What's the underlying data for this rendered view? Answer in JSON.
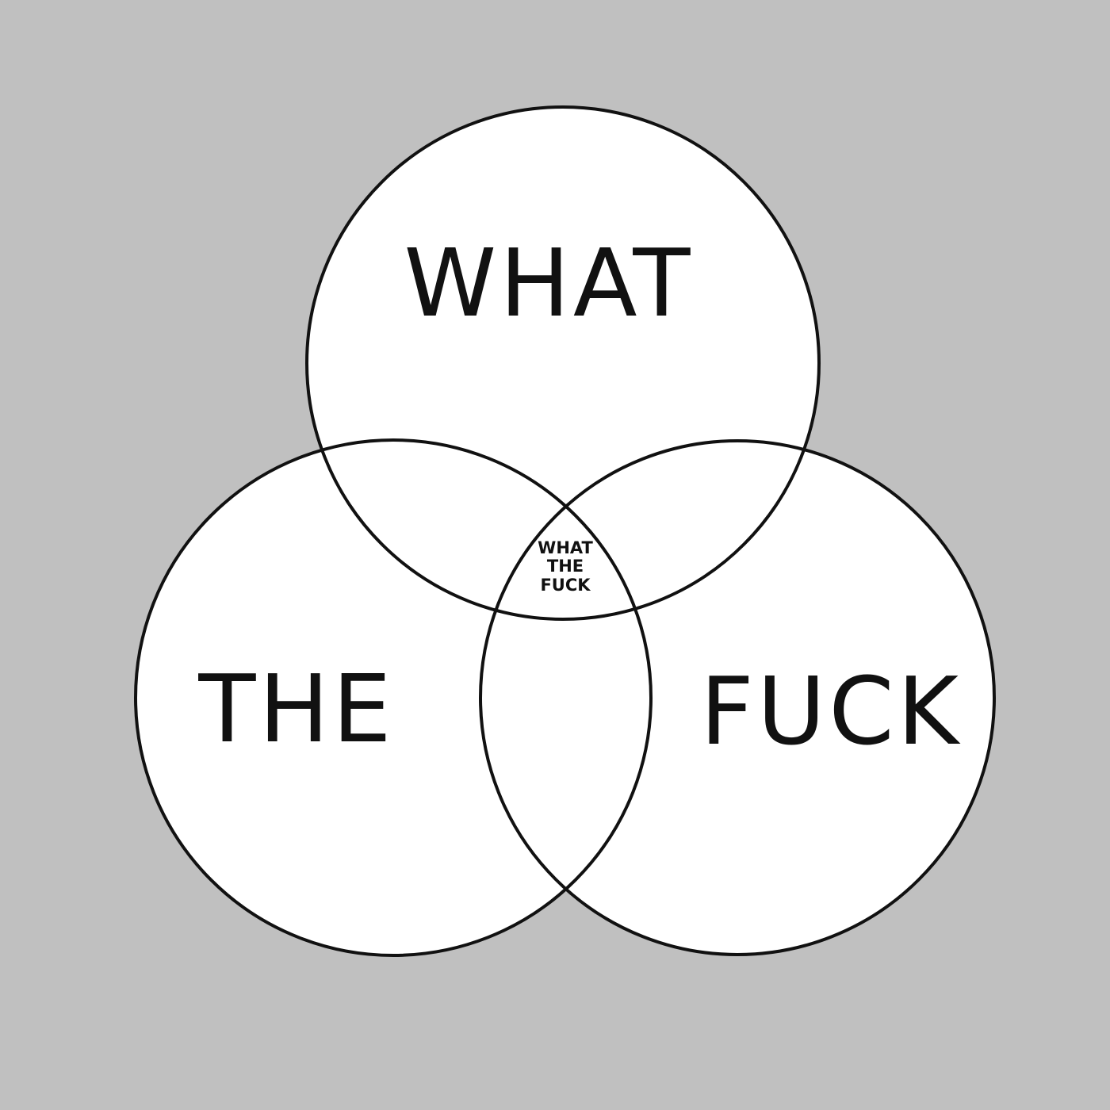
{
  "diagram": {
    "type": "venn",
    "background_color": "#c0c0c0",
    "circle_fill": "#ffffff",
    "stroke_color": "#111111",
    "sets": [
      {
        "id": "top",
        "label": "WHAT"
      },
      {
        "id": "left",
        "label": "THE"
      },
      {
        "id": "right",
        "label": "FUCK"
      }
    ],
    "intersection": {
      "lines": [
        "WHAT",
        "THE",
        "FUCK"
      ]
    }
  }
}
